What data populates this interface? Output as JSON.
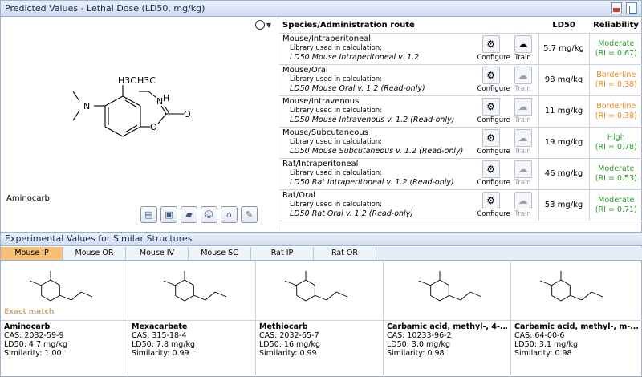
{
  "header": {
    "title": "Predicted Values - Lethal Dose (LD50, mg/kg)"
  },
  "compound": {
    "name": "Aminocarb"
  },
  "structure_labels": {
    "h3c1": "H3C",
    "h3c2": "H3C",
    "nh": "N",
    "nh_h": "H",
    "o1": "O",
    "o2": "O",
    "n": "N"
  },
  "predictions": {
    "columns": {
      "species": "Species/Administration route",
      "ld50": "LD50",
      "reliability": "Reliability"
    },
    "lib_label": "Library used in calculation:",
    "configure": "Configure",
    "train": "Train",
    "rows": [
      {
        "route": "Mouse/Intraperitoneal",
        "library": "LD50 Mouse Intraperitoneal v. 1.2",
        "ld50": "5.7 mg/kg",
        "rel": "Moderate",
        "ri": "(RI = 0.67)",
        "color": "#2f9a2f"
      },
      {
        "route": "Mouse/Oral",
        "library": "LD50 Mouse Oral v. 1.2 (Read-only)",
        "ld50": "98 mg/kg",
        "rel": "Borderline",
        "ri": "(RI = 0.38)",
        "color": "#f08c1e"
      },
      {
        "route": "Mouse/Intravenous",
        "library": "LD50 Mouse Intravenous v. 1.2 (Read-only)",
        "ld50": "11 mg/kg",
        "rel": "Borderline",
        "ri": "(RI = 0.38)",
        "color": "#f08c1e"
      },
      {
        "route": "Mouse/Subcutaneous",
        "library": "LD50 Mouse Subcutaneous v. 1.2 (Read-only)",
        "ld50": "19 mg/kg",
        "rel": "High",
        "ri": "(RI = 0.78)",
        "color": "#2f9a2f"
      },
      {
        "route": "Rat/Intraperitoneal",
        "library": "LD50 Rat Intraperitoneal v. 1.2 (Read-only)",
        "ld50": "46 mg/kg",
        "rel": "Moderate",
        "ri": "(RI = 0.53)",
        "color": "#2f9a2f"
      },
      {
        "route": "Rat/Oral",
        "library": "LD50 Rat Oral v. 1.2 (Read-only)",
        "ld50": "53 mg/kg",
        "rel": "Moderate",
        "ri": "(RI = 0.71)",
        "color": "#2f9a2f"
      }
    ]
  },
  "experimental": {
    "title": "Experimental Values for Similar Structures",
    "tabs": [
      "Mouse IP",
      "Mouse OR",
      "Mouse IV",
      "Mouse SC",
      "Rat IP",
      "Rat OR"
    ],
    "active_tab": 0,
    "exact_match": "Exact match",
    "cards": [
      {
        "name": "Aminocarb",
        "cas": "CAS: 2032-59-9",
        "ld50": "LD50: 4.7 mg/kg",
        "sim": "Similarity:  1.00"
      },
      {
        "name": "Mexacarbate",
        "cas": "CAS: 315-18-4",
        "ld50": "LD50: 7.8 mg/kg",
        "sim": "Similarity:  0.99"
      },
      {
        "name": "Methiocarb",
        "cas": "CAS: 2032-65-7",
        "ld50": "LD50: 16 mg/kg",
        "sim": "Similarity:  0.99"
      },
      {
        "name": "Carbamic acid, methyl-, 4-...",
        "cas": "CAS: 10233-96-2",
        "ld50": "LD50: 3.0 mg/kg",
        "sim": "Similarity:  0.98"
      },
      {
        "name": "Carbamic acid, methyl-, m-...",
        "cas": "CAS: 64-00-6",
        "ld50": "LD50: 3.1 mg/kg",
        "sim": "Similarity:  0.98"
      }
    ]
  }
}
